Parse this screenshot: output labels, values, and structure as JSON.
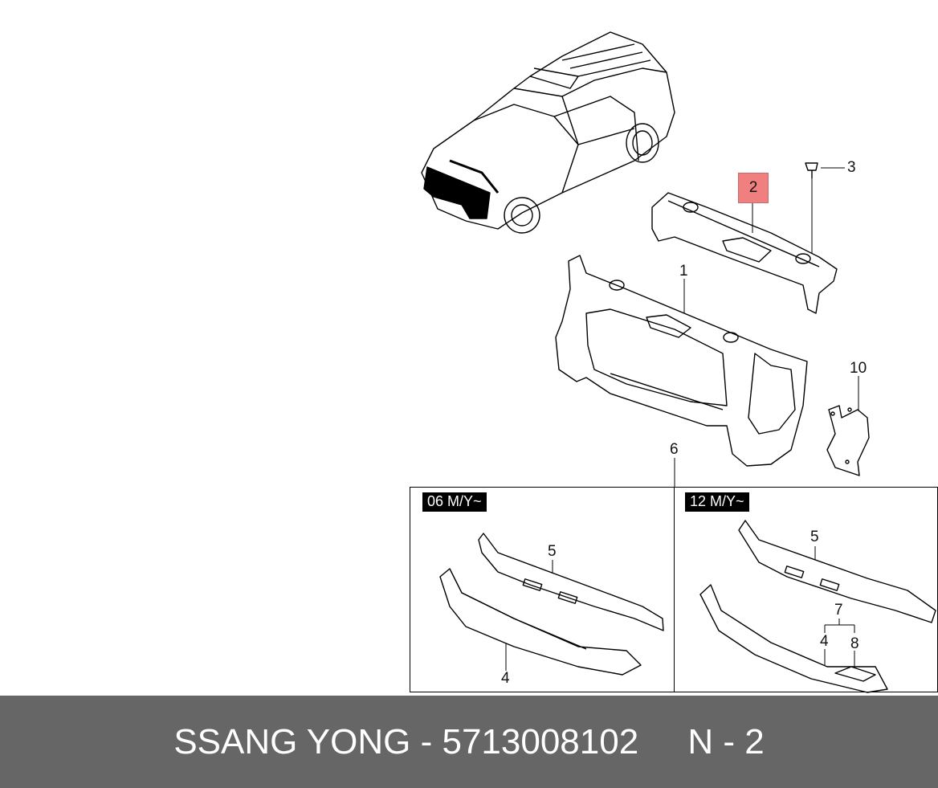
{
  "callouts": {
    "c1": "1",
    "c2": "2",
    "c3": "3",
    "c6": "6",
    "c10": "10",
    "left_5": "5",
    "left_4": "4",
    "right_5": "5",
    "right_7": "7",
    "right_4": "4",
    "right_8": "8"
  },
  "panels": {
    "left_label": "06 M/Y~",
    "right_label": "12 M/Y~"
  },
  "footer": {
    "brand": "SSANG YONG",
    "separator": " - ",
    "part_number": "5713008102",
    "gap": "     ",
    "position": "N - 2"
  },
  "colors": {
    "highlight": "#f08080",
    "footer_bg": "#666666"
  }
}
